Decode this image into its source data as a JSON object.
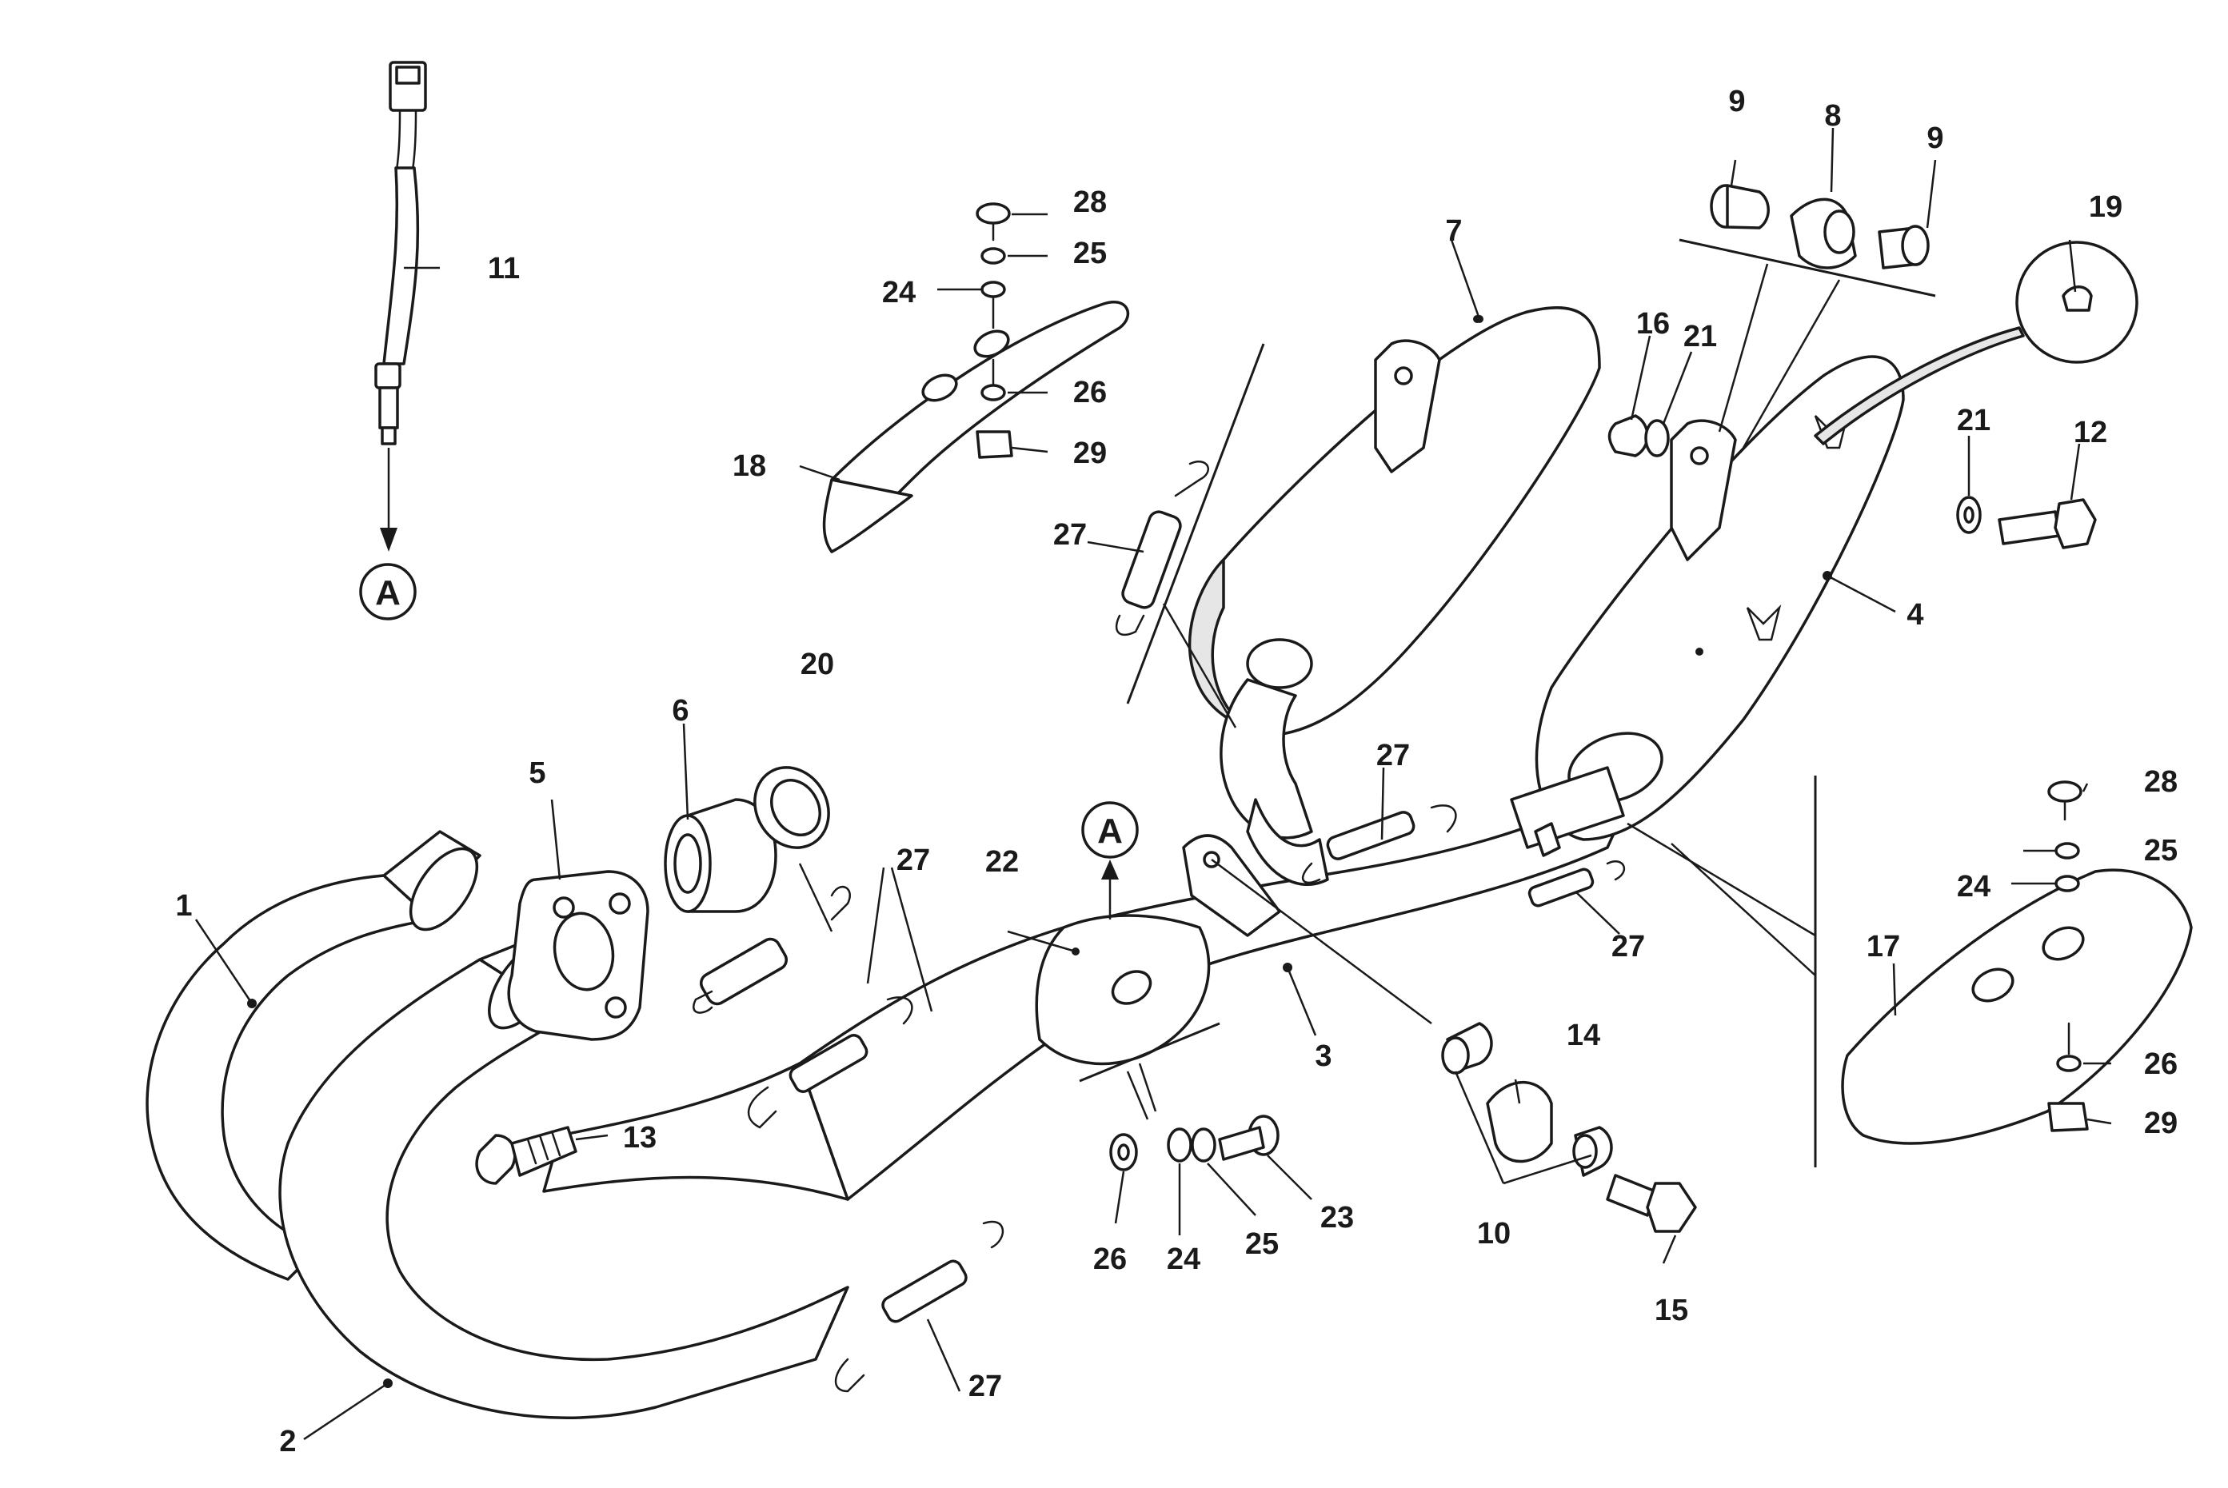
{
  "reference_marker": "A",
  "callouts": {
    "c1": "1",
    "c2": "2",
    "c3": "3",
    "c4": "4",
    "c5": "5",
    "c6": "6",
    "c7": "7",
    "c8": "8",
    "c9a": "9",
    "c9b": "9",
    "c10": "10",
    "c11": "11",
    "c12": "12",
    "c13": "13",
    "c14": "14",
    "c15": "15",
    "c16": "16",
    "c17": "17",
    "c18": "18",
    "c19": "19",
    "c20": "20",
    "c21a": "21",
    "c21b": "21",
    "c22": "22",
    "c23": "23",
    "c24a": "24",
    "c24b": "24",
    "c24c": "24",
    "c25a": "25",
    "c25b": "25",
    "c25c": "25",
    "c26a": "26",
    "c26b": "26",
    "c26c": "26",
    "c27a": "27",
    "c27b": "27",
    "c27c": "27",
    "c27d": "27",
    "c27e": "27",
    "c28a": "28",
    "c28b": "28",
    "c29a": "29",
    "c29b": "29"
  }
}
